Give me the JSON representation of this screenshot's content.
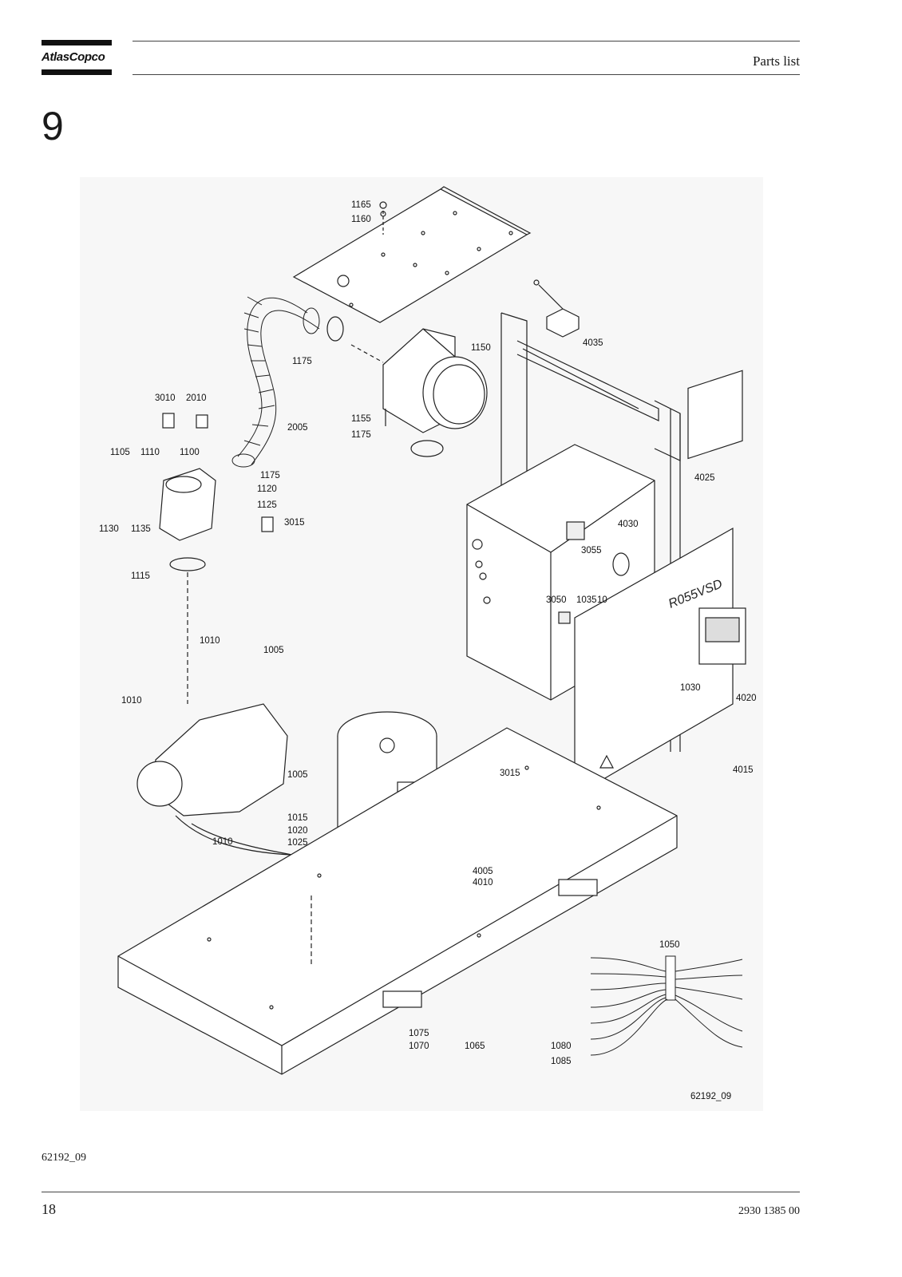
{
  "header": {
    "logo_text": "AtlasCopco",
    "title": "Parts list"
  },
  "section": {
    "number": "9"
  },
  "drawing": {
    "figure_id": "62192_09",
    "callouts": [
      "1165",
      "1160",
      "4035",
      "1150",
      "1175",
      "3010",
      "2010",
      "2005",
      "1155",
      "1175",
      "1105",
      "1110",
      "1100",
      "1175",
      "1120",
      "1125",
      "4025",
      "3015",
      "1130",
      "1135",
      "4030",
      "3055",
      "1115",
      "3050",
      "1035",
      "10",
      "1010",
      "1005",
      "1010",
      "1030",
      "4020",
      "1005",
      "3015",
      "4015",
      "1015",
      "1020",
      "1025",
      "1010",
      "4005",
      "4010",
      "1050",
      "1075",
      "1070",
      "1065",
      "1080",
      "1085"
    ]
  },
  "footer": {
    "figure_ref": "62192_09",
    "page_number": "18",
    "document_number": "2930 1385 00"
  }
}
